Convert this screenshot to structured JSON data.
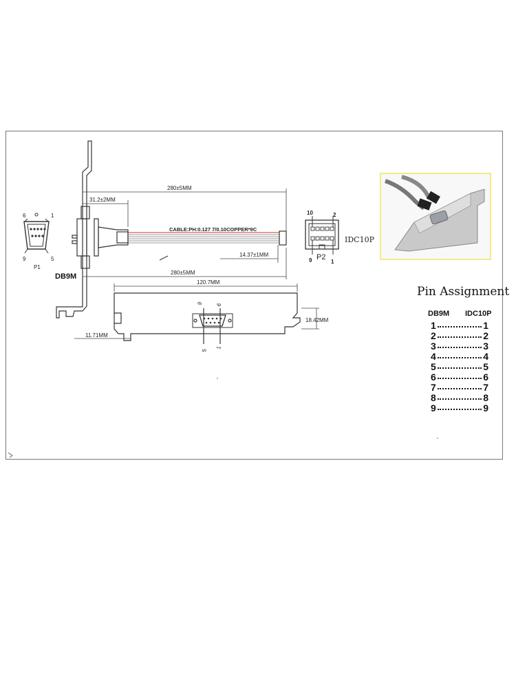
{
  "labels": {
    "db9m_side": "DB9M",
    "p1": "P1",
    "p2": "P2",
    "idc10p_side": "IDC10P",
    "dim_280_top": "280±5MM",
    "dim_280_bottom": "280±5MM",
    "dim_31": "31.2±2MM",
    "dim_14": "14.37±1MM",
    "cable": "CABLE:PH:0.127  7/0.10COPPER*9C",
    "dim_120": "120.7MM",
    "dim_18": "18.42MM",
    "dim_11": "11.71MM",
    "db9_pin_6": "6",
    "db9_pin_1": "1",
    "db9_pin_9": "9",
    "db9_pin_5": "5",
    "idc_pin_10": "10",
    "idc_pin_2": "2",
    "idc_pin_9": "9",
    "idc_pin_1": "1",
    "bracket_pin_9": "9",
    "bracket_pin_6": "6",
    "bracket_pin_5": "5",
    "bracket_pin_1": "1"
  },
  "pin_assignment": {
    "title": "Pin Assignment",
    "col_left": "DB9M",
    "col_right": "IDC10P",
    "rows": [
      {
        "left": "1",
        "right": "1"
      },
      {
        "left": "2",
        "right": "2"
      },
      {
        "left": "3",
        "right": "3"
      },
      {
        "left": "4",
        "right": "4"
      },
      {
        "left": "5",
        "right": "5"
      },
      {
        "left": "6",
        "right": "6"
      },
      {
        "left": "7",
        "right": "7"
      },
      {
        "left": "8",
        "right": "8"
      },
      {
        "left": "9",
        "right": "9"
      }
    ]
  },
  "colors": {
    "line": "#333333",
    "cable_red": "#c0392b",
    "photo_border": "#f2ea8a"
  }
}
